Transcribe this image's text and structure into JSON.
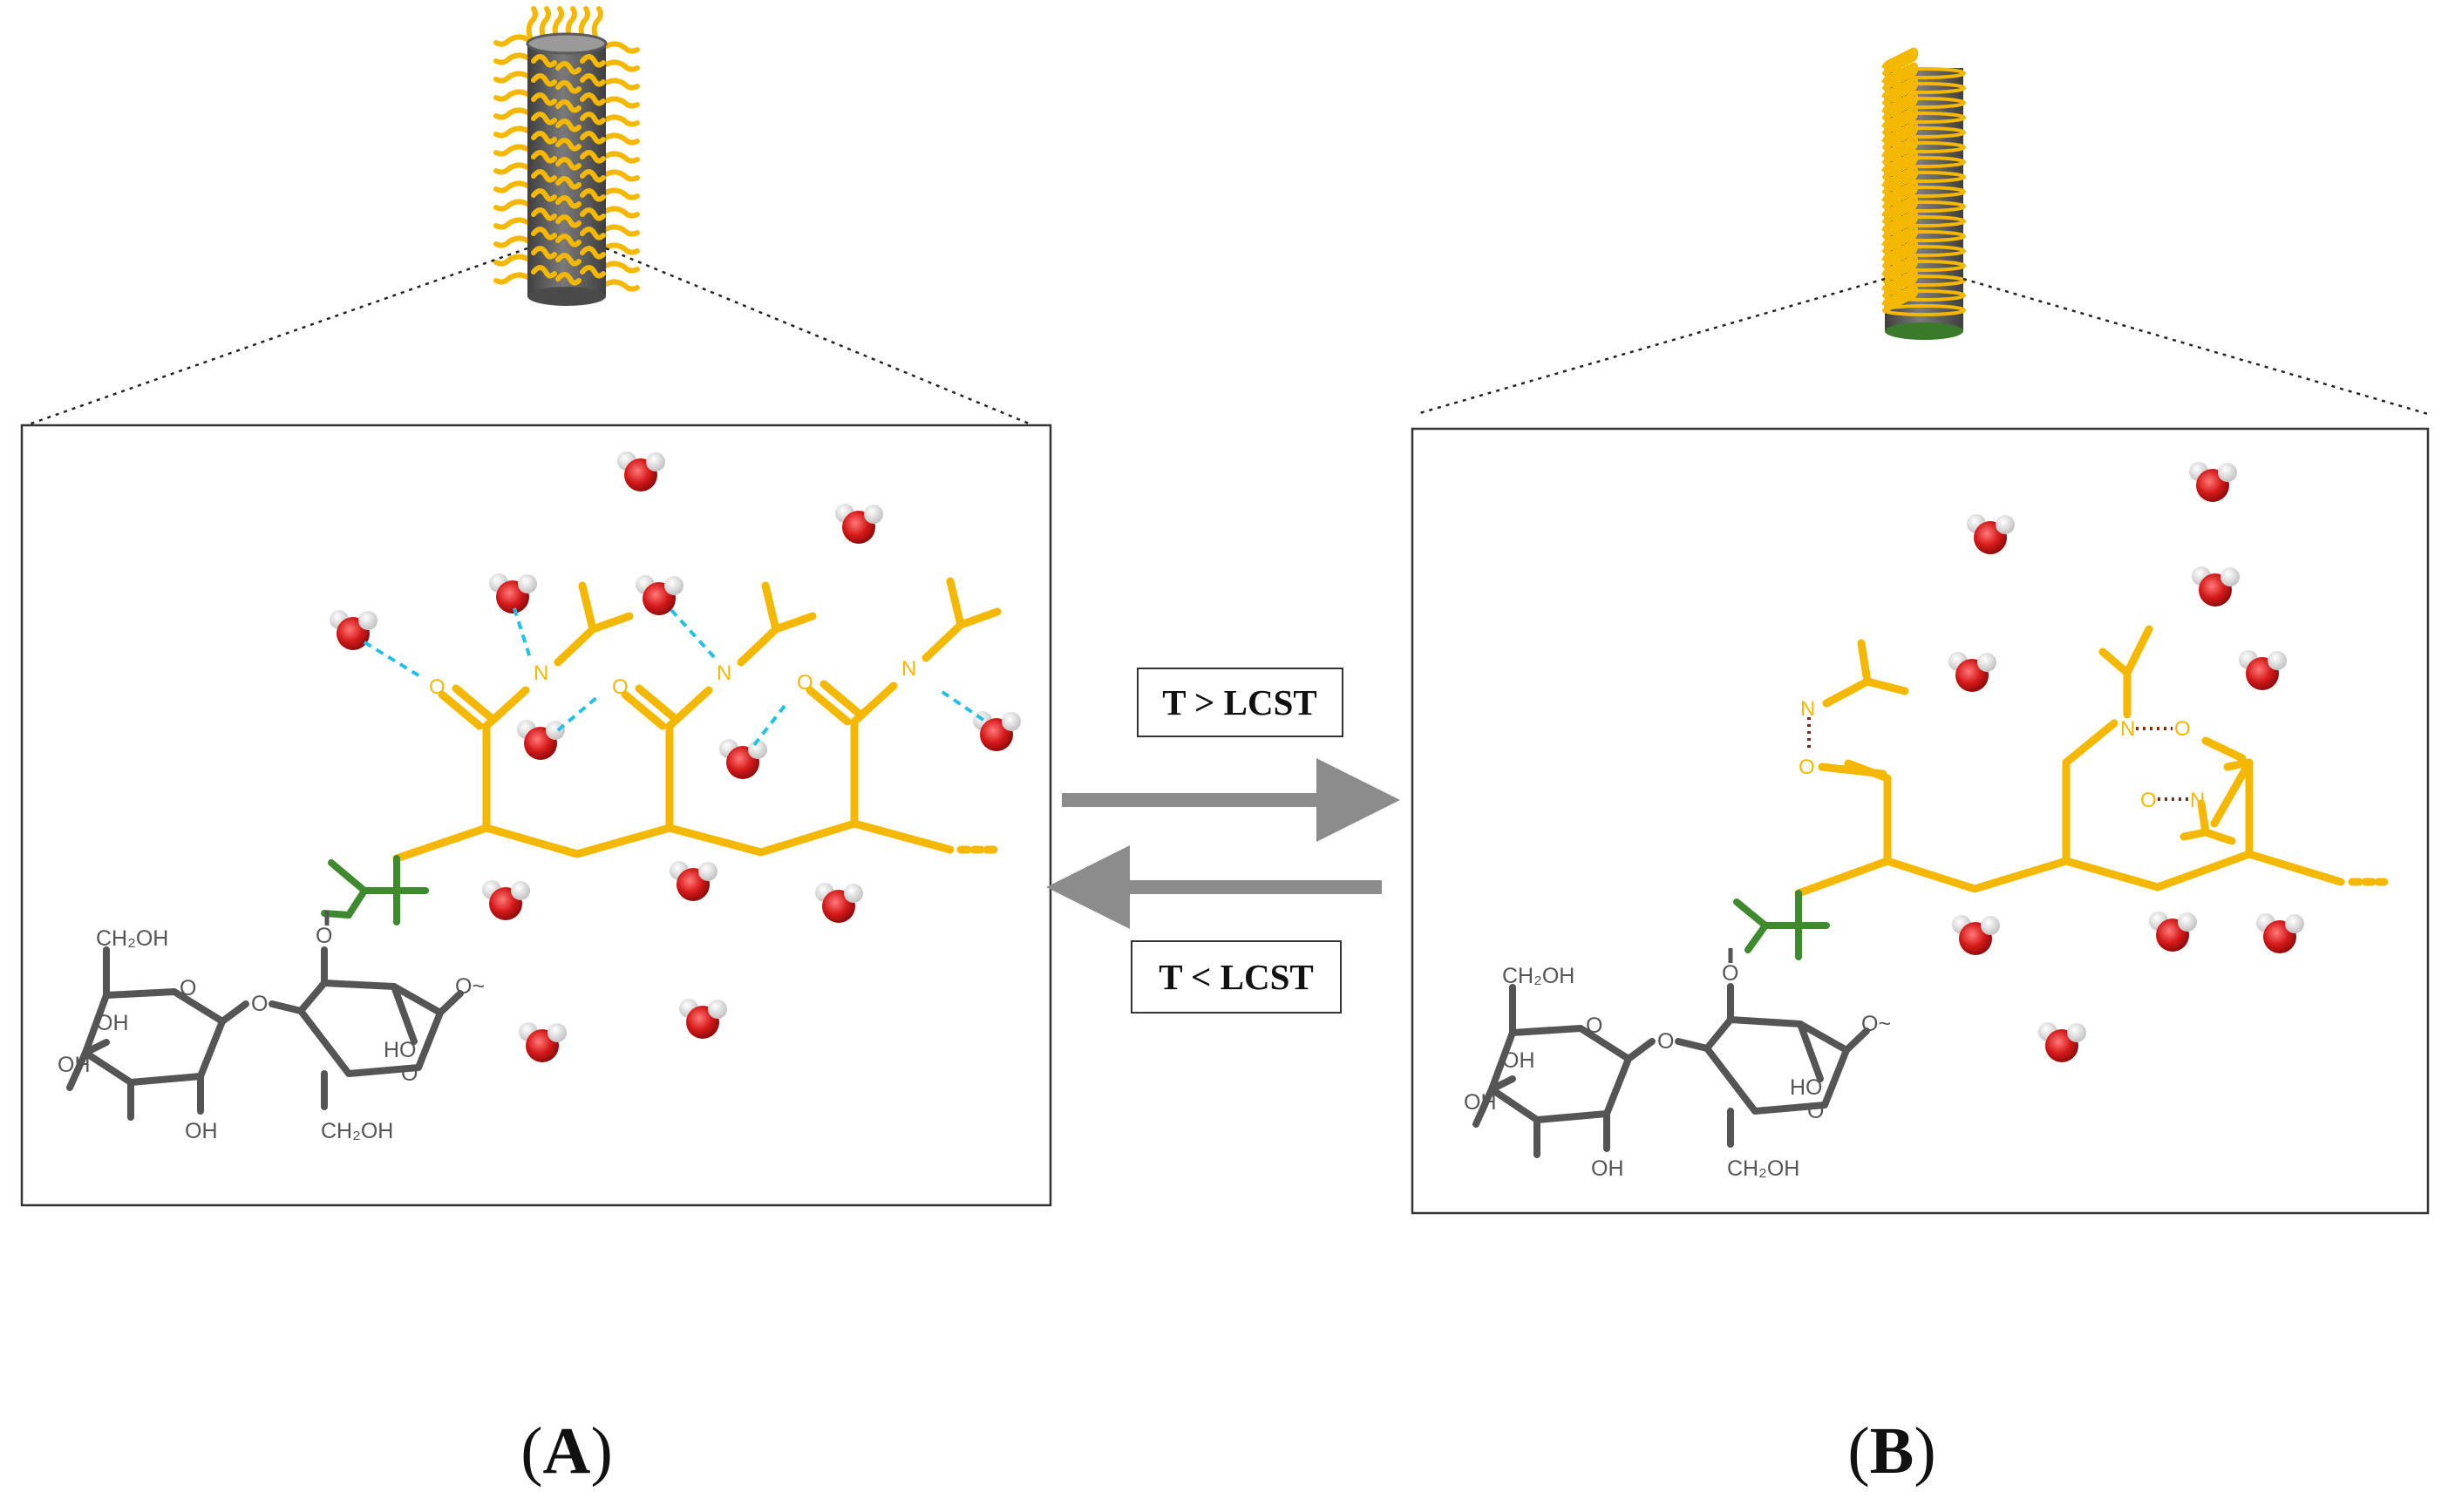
{
  "figure": {
    "condition_forward": "T > LCST",
    "condition_reverse": "T < LCST",
    "panel_a": {
      "open": "(",
      "letter": "A",
      "close": ")"
    },
    "panel_b": {
      "open": "(",
      "letter": "B",
      "close": ")"
    }
  },
  "chemistry": {
    "ch2oh": "CH₂OH",
    "oh": "OH",
    "ho": "HO",
    "o": "O",
    "o_tilde": "O~",
    "n": "N"
  },
  "colors": {
    "polymer": "#f5b800",
    "linker": "#3f8a2e",
    "sugar": "#555555",
    "hbond_water": "#22c0e6",
    "hbond_intra": "#7a2a1a",
    "water_oxygen": "#d61a1a",
    "water_hydrogen": "#f2f2f2",
    "rod": "#6b6b6b",
    "arrow": "#8c8c8c"
  },
  "icons": [
    "hydrated-nanorod-icon",
    "collapsed-nanorod-icon",
    "water-molecule-icon",
    "equilibrium-arrows-icon"
  ]
}
